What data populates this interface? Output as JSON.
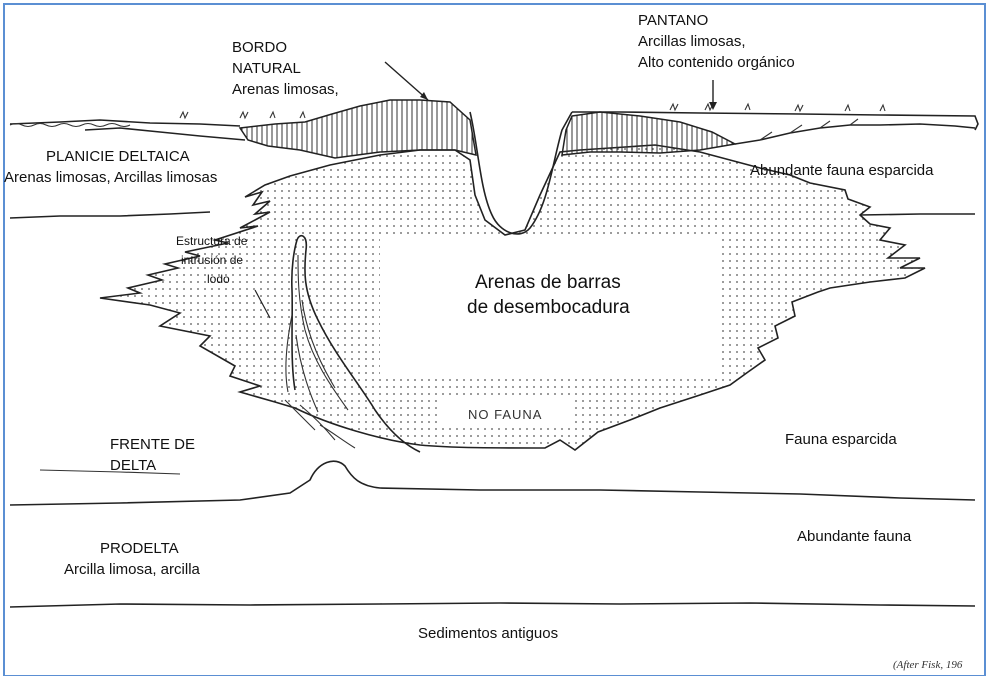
{
  "labels": {
    "bordo": [
      "BORDO",
      "NATURAL",
      "Arenas limosas,"
    ],
    "pantano": [
      "PANTANO",
      "Arcillas limosas,",
      "Alto contenido orgánico"
    ],
    "planicie": [
      "PLANICIE DELTAICA",
      "Arenas limosas, Arcillas limosas"
    ],
    "fauna_abundante_esparcida": "Abundante fauna esparcida",
    "estructura": [
      "Estructura de",
      "intrusión de",
      "lodo"
    ],
    "barras": [
      "Arenas de barras",
      "de desembocadura"
    ],
    "no_fauna": "NO FAUNA",
    "frente": [
      "FRENTE DE",
      "DELTA"
    ],
    "fauna_esparcida": "Fauna esparcida",
    "prodelta": [
      "PRODELTA",
      "Arcilla limosa, arcilla"
    ],
    "abundante_fauna": "Abundante fauna",
    "sedimentos": "Sedimentos antiguos",
    "credit": "(After Fisk, 196"
  },
  "colors": {
    "frame": "#5b8fd3",
    "line": "#222222"
  }
}
